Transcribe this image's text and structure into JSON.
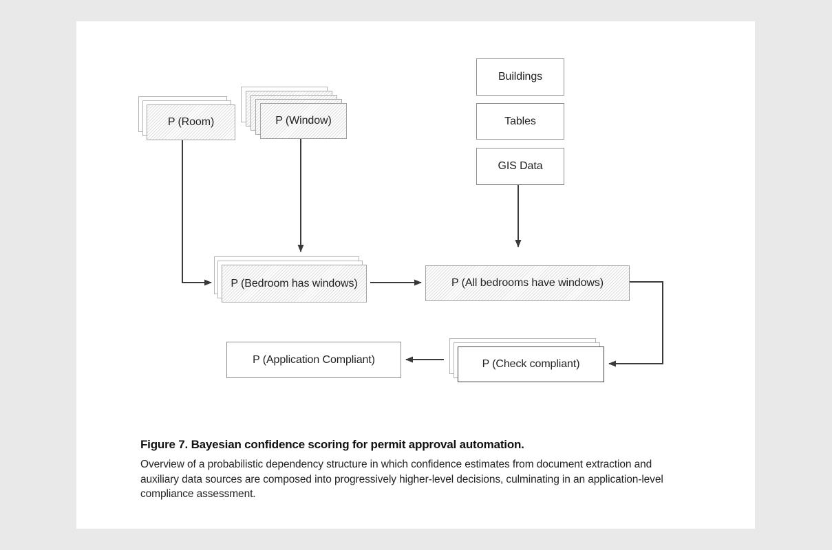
{
  "page": {
    "background_color": "#e9e9e9",
    "card_color": "#ffffff",
    "arrow_color": "#3a3a3a",
    "hatch_line_color": "#dedede",
    "box_border_color": "#8f8f8f"
  },
  "diagram": {
    "nodes": {
      "room": {
        "label": "P (Room)",
        "style": "stacked-hatched"
      },
      "window": {
        "label": "P (Window)",
        "style": "stacked-hatched"
      },
      "buildings": {
        "label": "Buildings",
        "style": "plain"
      },
      "tables": {
        "label": "Tables",
        "style": "plain"
      },
      "gis": {
        "label": "GIS Data",
        "style": "plain"
      },
      "bedroom": {
        "label": "P (Bedroom has windows)",
        "style": "stacked-hatched"
      },
      "all_bedrooms": {
        "label": "P (All bedrooms have windows)",
        "style": "hatched"
      },
      "check": {
        "label": "P (Check compliant)",
        "style": "stacked-plain"
      },
      "application": {
        "label": "P (Application Compliant)",
        "style": "plain"
      }
    },
    "edges": [
      {
        "from": "room",
        "to": "bedroom"
      },
      {
        "from": "window",
        "to": "bedroom"
      },
      {
        "from": "gis",
        "to": "all_bedrooms"
      },
      {
        "from": "bedroom",
        "to": "all_bedrooms"
      },
      {
        "from": "all_bedrooms",
        "to": "check"
      },
      {
        "from": "check",
        "to": "application"
      }
    ]
  },
  "caption": {
    "title": "Figure 7. Bayesian confidence scoring for permit approval automation.",
    "body": "Overview of a probabilistic dependency structure in which confidence estimates from document extraction and auxiliary data sources are composed into progressively higher-level decisions, culminating in an application-level compliance assessment."
  }
}
